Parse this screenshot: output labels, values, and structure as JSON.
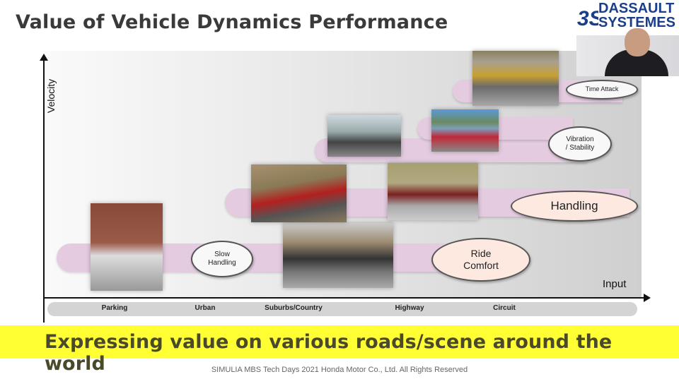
{
  "slide": {
    "title": "Value of Vehicle Dynamics Performance",
    "y_axis_label": "Velocity",
    "x_axis_label": "Input",
    "categories": [
      "Parking",
      "Urban",
      "Suburbs/Country",
      "Highway",
      "Circuit"
    ],
    "values": [
      {
        "label": "Slow Handling",
        "lines": [
          "Slow",
          "Handling"
        ]
      },
      {
        "label": "Ride Comfort",
        "lines": [
          "Ride",
          "Comfort"
        ]
      },
      {
        "label": "Handling",
        "lines": [
          "Handling"
        ]
      },
      {
        "label": "Vibration / Stability",
        "lines": [
          "Vibration",
          "/ Stability"
        ]
      },
      {
        "label": "Time Attack",
        "lines": [
          "Time Attack"
        ]
      }
    ],
    "banner": "Expressing value on various roads/scene around the world",
    "footer": "SIMULIA MBS Tech Days 2021  Honda Motor Co., Ltd.  All  Rights Reserved"
  },
  "logo": {
    "text": "DASSAULT SYSTEMES"
  },
  "colors": {
    "banner": "#ffff33",
    "bar": "#e4cbe0",
    "ride_comfort": "#fde9e0",
    "logo": "#1a3e8a"
  }
}
